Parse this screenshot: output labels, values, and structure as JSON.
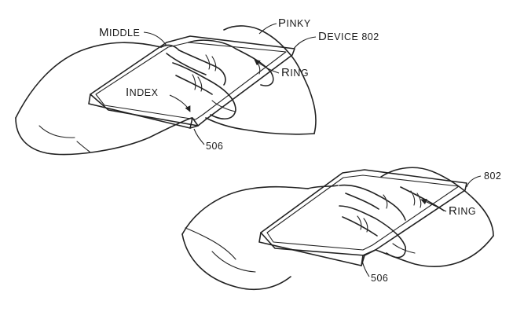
{
  "figure": {
    "top": {
      "middle": {
        "first": "M",
        "rest": "IDDLE"
      },
      "pinky": {
        "first": "P",
        "rest": "INKY"
      },
      "device": {
        "first": "D",
        "rest": "EVICE 802"
      },
      "ring": {
        "first": "R",
        "rest": "ING"
      },
      "index": {
        "first": "I",
        "rest": "NDEX"
      },
      "ref": "506"
    },
    "bottom": {
      "device_ref": "802",
      "ring": {
        "first": "R",
        "rest": "ING"
      },
      "ref": "506"
    }
  }
}
